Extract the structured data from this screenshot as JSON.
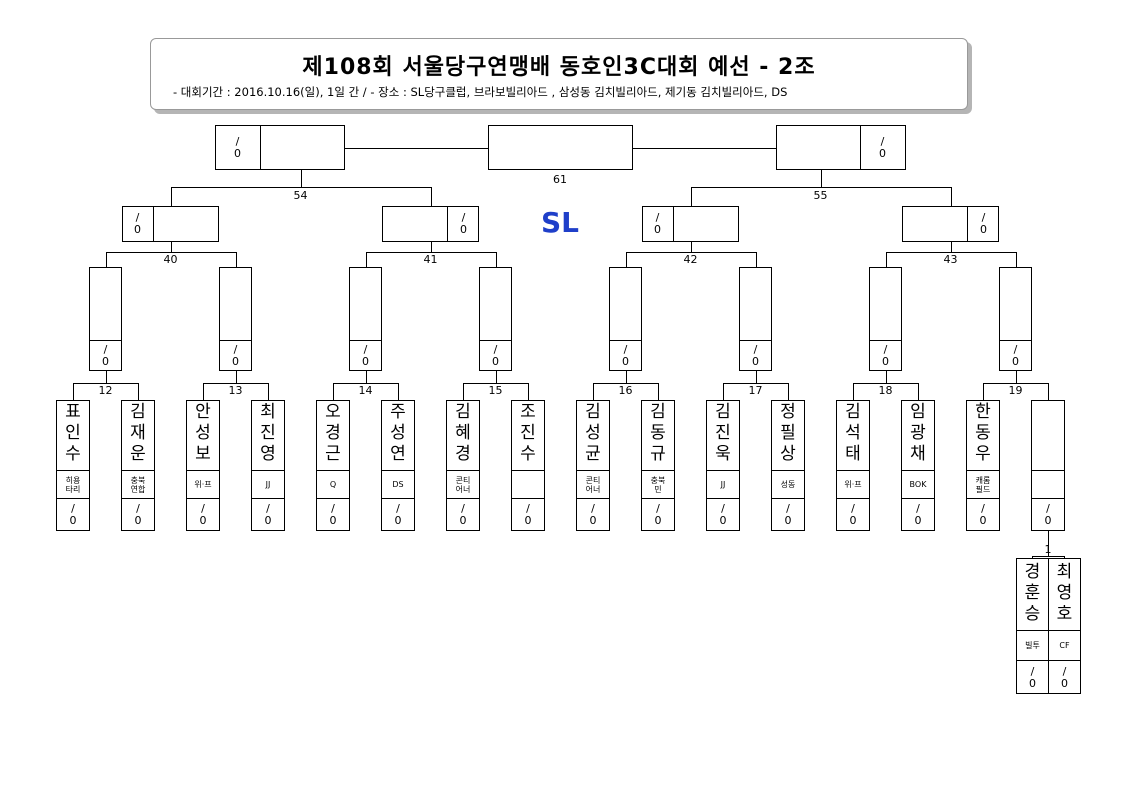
{
  "header": {
    "title": "제108회 서울당구연맹배 동호인3C대회 예선 - 2조",
    "subtitle": "- 대회기간 : 2016.10.16(일), 1일 간 / - 장소 : SL당구클럽, 브라보빌리아드 , 삼성동 김치빌리아드, 제기동 김치빌리아드, DS"
  },
  "venue_mark": "SL",
  "score_placeholder": "/\n0",
  "match_numbers": {
    "final": "61",
    "semi_left": "54",
    "semi_right": "55",
    "quarters": [
      "40",
      "41",
      "42",
      "43"
    ],
    "round16": [
      "12",
      "13",
      "14",
      "15",
      "16",
      "17",
      "18",
      "19"
    ],
    "prelim": "1"
  },
  "players": [
    {
      "name": "표인수",
      "club": "히용\n타리"
    },
    {
      "name": "김재운",
      "club": "충북\n연합"
    },
    {
      "name": "안성보",
      "club": "위·프"
    },
    {
      "name": "최진영",
      "club": "JJ"
    },
    {
      "name": "오경근",
      "club": "Q"
    },
    {
      "name": "주성연",
      "club": "DS"
    },
    {
      "name": "김혜경",
      "club": "콘티\n어너"
    },
    {
      "name": "조진수",
      "club": ""
    },
    {
      "name": "김성균",
      "club": "콘티\n어너"
    },
    {
      "name": "김동규",
      "club": "충북\n민"
    },
    {
      "name": "김진욱",
      "club": "JJ"
    },
    {
      "name": "정필상",
      "club": "성동"
    },
    {
      "name": "김석태",
      "club": "위·프"
    },
    {
      "name": "임광채",
      "club": "BOK"
    },
    {
      "name": "한동우",
      "club": "캐롬\n필드"
    },
    {
      "name": "",
      "club": ""
    }
  ],
  "prelim_players": [
    {
      "name": "경훈승",
      "club": "빌투"
    },
    {
      "name": "최영호",
      "club": "CF"
    }
  ]
}
